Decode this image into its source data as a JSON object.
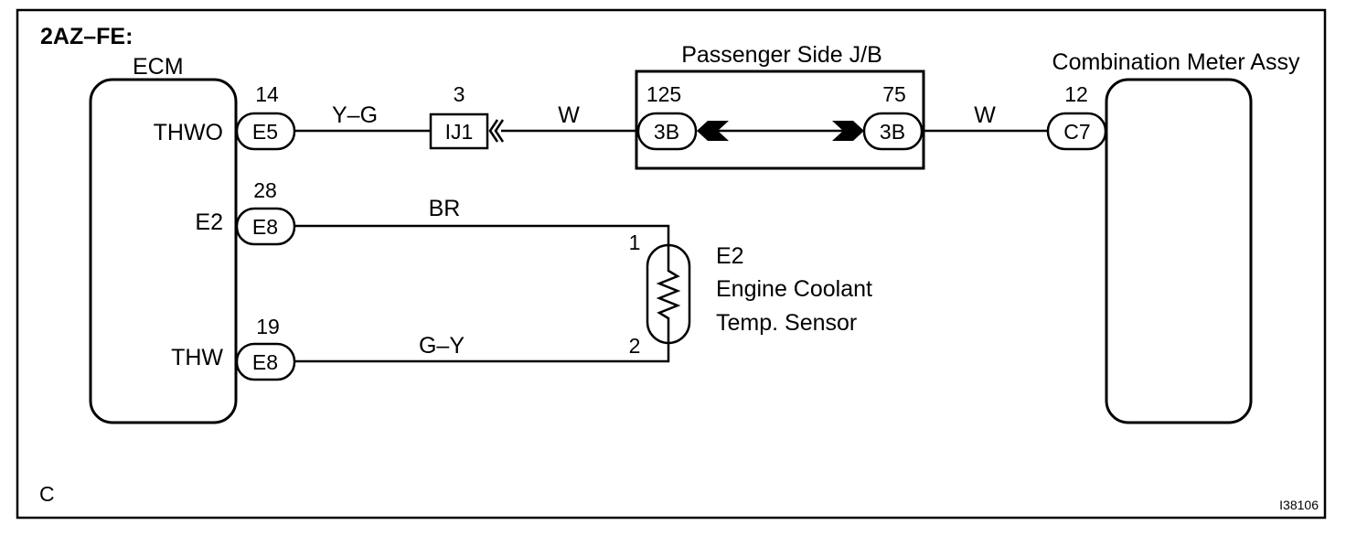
{
  "header": {
    "engine_label": "2AZ–FE:"
  },
  "ecm": {
    "title": "ECM",
    "terminals": {
      "thwo": {
        "name": "THWO",
        "pin": "14",
        "connector": "E5"
      },
      "e2": {
        "name": "E2",
        "pin": "28",
        "connector": "E8"
      },
      "thw": {
        "name": "THW",
        "pin": "19",
        "connector": "E8"
      }
    }
  },
  "wires": {
    "thwo_to_ij1": "Y–G",
    "ij1_to_jb": "W",
    "jb_to_meter": "W",
    "e2_wire": "BR",
    "thw_wire": "G–Y"
  },
  "junction_connector": {
    "label": "IJ1",
    "pin": "3"
  },
  "junction_block": {
    "title": "Passenger Side J/B",
    "left": {
      "pin": "125",
      "connector": "3B"
    },
    "right": {
      "pin": "75",
      "connector": "3B"
    }
  },
  "meter": {
    "title": "Combination Meter Assy",
    "pin": "12",
    "connector": "C7"
  },
  "sensor": {
    "code": "E2",
    "name_line1": "Engine Coolant",
    "name_line2": "Temp. Sensor",
    "pin1": "1",
    "pin2": "2"
  },
  "footer": {
    "corner_letter": "C",
    "figure_id": "I38106"
  }
}
